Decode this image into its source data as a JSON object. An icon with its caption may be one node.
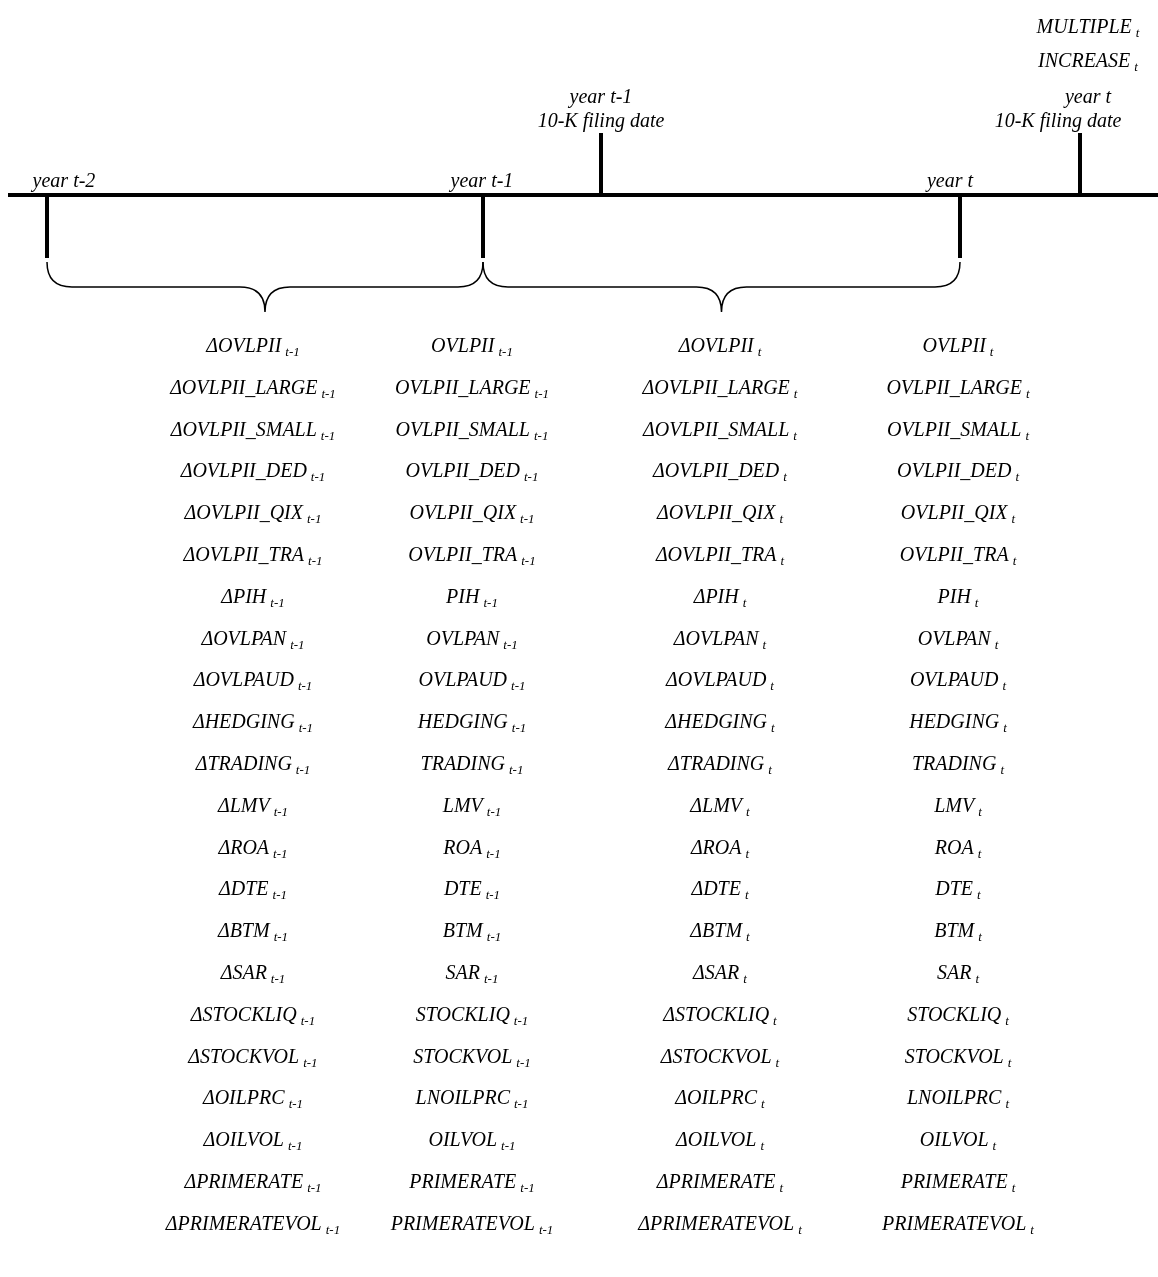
{
  "diagram": {
    "labels": [
      "MULTIPLE$_{t}$",
      "INCREASE$_{t}$",
      "year t-1",
      "10-K filing date",
      "year t",
      "10-K filing date",
      "year t-2",
      "year t-1",
      "year t",
      "ΔOVLPII$_{t-1}$",
      "OVLPII$_{t-1}$",
      "ΔOVLPII$_{t}$",
      "OVLPII$_{t}$",
      "ΔOVLPII_LARGE$_{t-1}$",
      "OVLPII_LARGE$_{t-1}$",
      "ΔOVLPII_LARGE$_{t}$",
      "OVLPII_LARGE$_{t}$",
      "ΔOVLPII_SMALL$_{t-1}$",
      "OVLPII_SMALL$_{t-1}$",
      "ΔOVLPII_SMALL$_{t}$",
      "OVLPII_SMALL$_{t}$",
      "ΔOVLPII_DED$_{t-1}$",
      "OVLPII_DED$_{t-1}$",
      "ΔOVLPII_DED$_{t}$",
      "OVLPII_DED$_{t}$",
      "ΔOVLPII_QIX$_{t-1}$",
      "OVLPII_QIX$_{t-1}$",
      "ΔOVLPII_QIX$_{t}$",
      "OVLPII_QIX$_{t}$",
      "ΔOVLPII_TRA$_{t-1}$",
      "OVLPII_TRA$_{t-1}$",
      "ΔOVLPII_TRA$_{t}$",
      "OVLPII_TRA$_{t}$",
      "ΔPIH$_{t-1}$",
      "PIH$_{t-1}$",
      "ΔPIH$_{t}$",
      "PIH$_{t}$",
      "ΔOVLPAN$_{t-1}$",
      "OVLPAN$_{t-1}$",
      "ΔOVLPAN$_{t}$",
      "OVLPAN$_{t}$",
      "ΔOVLPAUD$_{t-1}$",
      "OVLPAUD$_{t-1}$",
      "ΔOVLPAUD$_{t}$",
      "OVLPAUD$_{t}$",
      "ΔHEDGING$_{t-1}$",
      "HEDGING$_{t-1}$",
      "ΔHEDGING$_{t}$",
      "HEDGING$_{t}$",
      "ΔTRADING$_{t-1}$",
      "TRADING$_{t-1}$",
      "ΔTRADING$_{t}$",
      "TRADING$_{t}$",
      "ΔLMV$_{t-1}$",
      "LMV$_{t-1}$",
      "ΔLMV$_{t}$",
      "LMV$_{t}$",
      "ΔROA$_{t-1}$",
      "ROA$_{t-1}$",
      "ΔROA$_{t}$",
      "ROA$_{t}$",
      "ΔDTE$_{t-1}$",
      "DTE$_{t-1}$",
      "ΔDTE$_{t}$",
      "DTE$_{t}$",
      "ΔBTM$_{t-1}$",
      "BTM$_{t-1}$",
      "ΔBTM$_{t}$",
      "BTM$_{t}$",
      "ΔSAR$_{t-1}$",
      "SAR$_{t-1}$",
      "ΔSAR$_{t}$",
      "SAR$_{t}$",
      "ΔSTOCKLIQ$_{t-1}$",
      "STOCKLIQ$_{t-1}$",
      "ΔSTOCKLIQ$_{t}$",
      "STOCKLIQ$_{t}$",
      "ΔSTOCKVOL$_{t-1}$",
      "STOCKVOL$_{t-1}$",
      "ΔSTOCKVOL$_{t}$",
      "STOCKVOL$_{t}$",
      "ΔOILPRC$_{t-1}$",
      "LNOILPRC$_{t-1}$",
      "ΔOILPRC$_{t}$",
      "LNOILPRC$_{t}$",
      "ΔOILVOL$_{t-1}$",
      "OILVOL$_{t-1}$",
      "ΔOILVOL$_{t}$",
      "OILVOL$_{t}$",
      "ΔPRIMERATE$_{t-1}$",
      "PRIMERATE$_{t-1}$",
      "ΔPRIMERATE$_{t}$",
      "PRIMERATE$_{t}$",
      "ΔPRIMERATEVOL$_{t-1}$",
      "PRIMERATEVOL$_{t-1}$",
      "ΔPRIMERATEVOL$_{t}$",
      "PRIMERATEVOL$_{t}$"
    ]
  }
}
